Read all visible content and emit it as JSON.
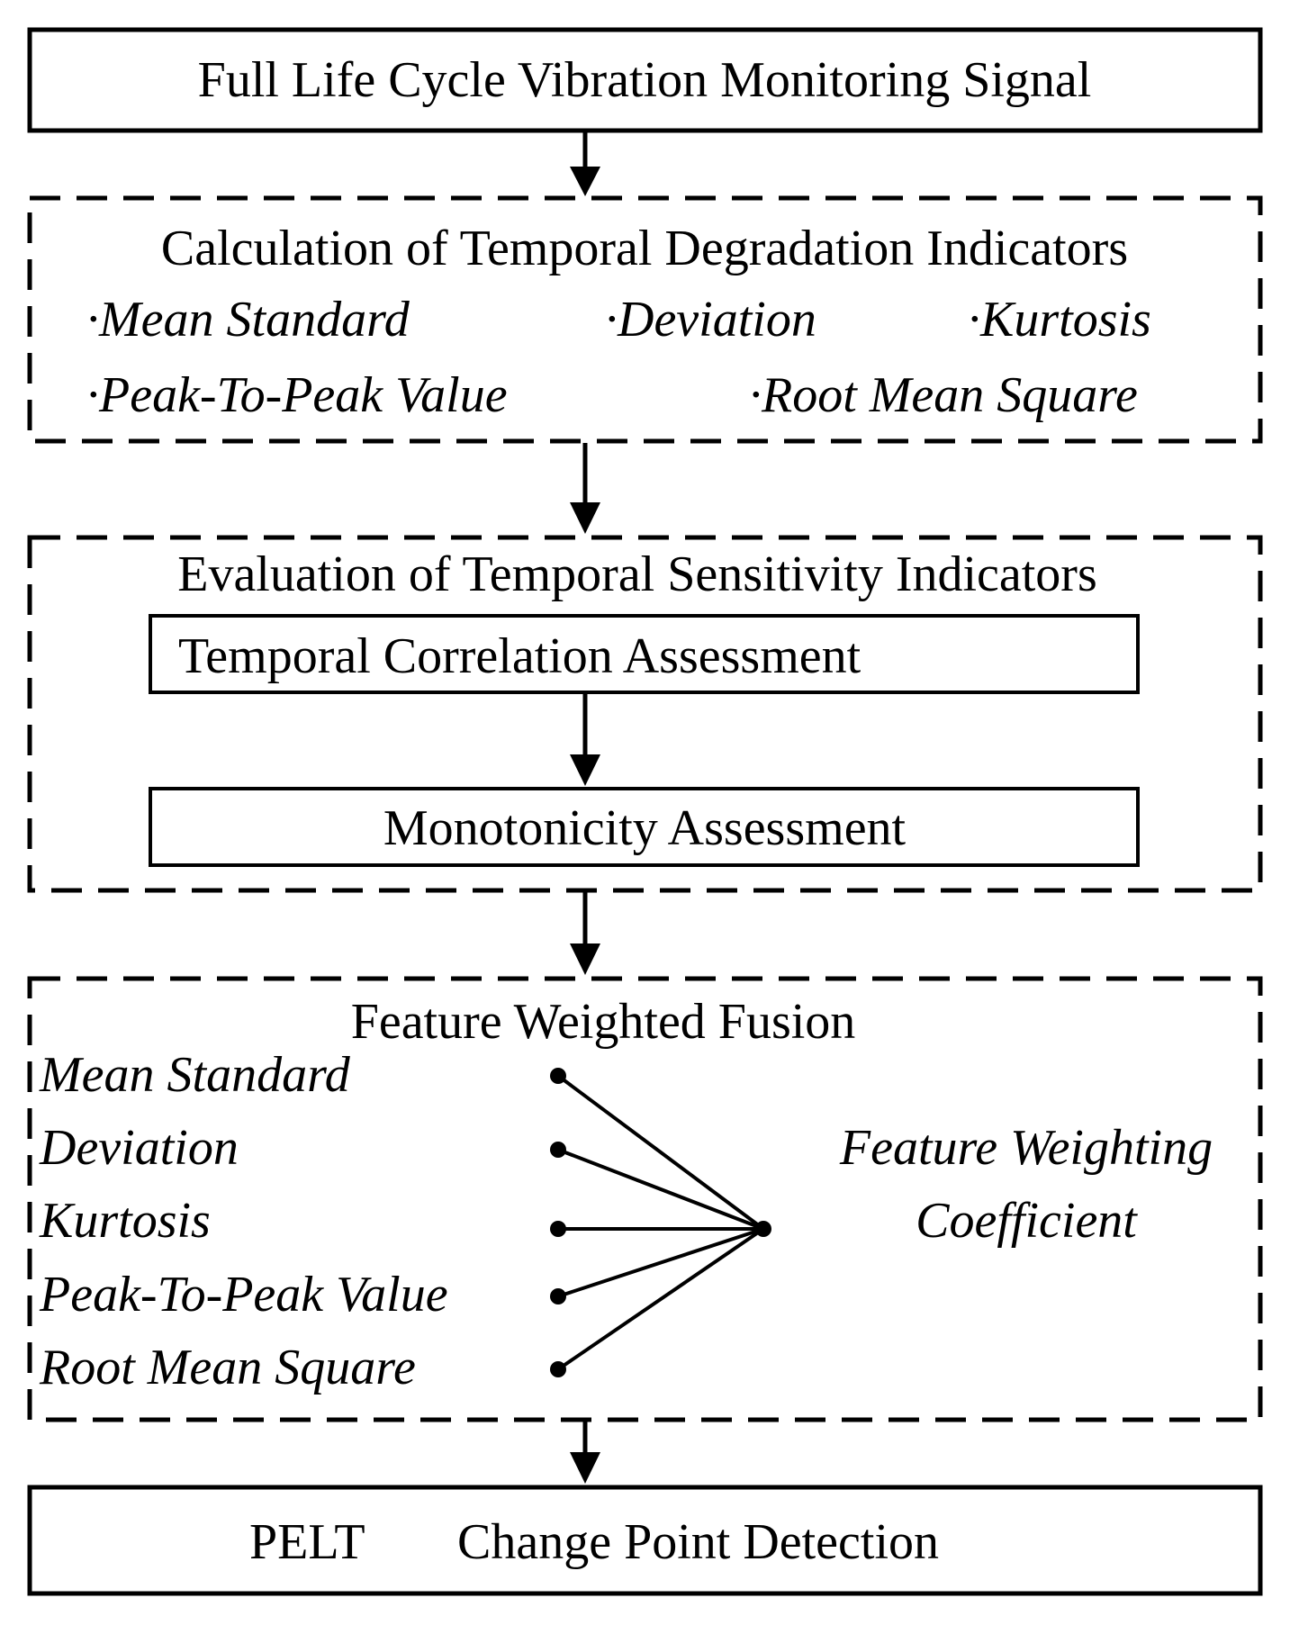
{
  "diagram": {
    "input_signal": {
      "label": "Full Life Cycle Vibration Monitoring Signal"
    },
    "degradation": {
      "title": "Calculation of Temporal Degradation Indicators",
      "items_row1": [
        "·Mean Standard",
        "·Deviation",
        "·Kurtosis"
      ],
      "items_row2": [
        "·Peak-To-Peak Value",
        "·Root Mean Square"
      ]
    },
    "sensitivity": {
      "title": "Evaluation of Temporal Sensitivity Indicators",
      "correlation": "Temporal Correlation Assessment",
      "monotonicity": "Monotonicity Assessment"
    },
    "fusion": {
      "title": "Feature Weighted Fusion",
      "features": [
        "Mean Standard",
        "Deviation",
        "Kurtosis",
        "Peak-To-Peak Value",
        "Root Mean Square"
      ],
      "weighting_line1": "Feature Weighting",
      "weighting_line2": "Coefficient"
    },
    "output": {
      "pelt": "PELT",
      "detection": "Change Point Detection"
    }
  }
}
